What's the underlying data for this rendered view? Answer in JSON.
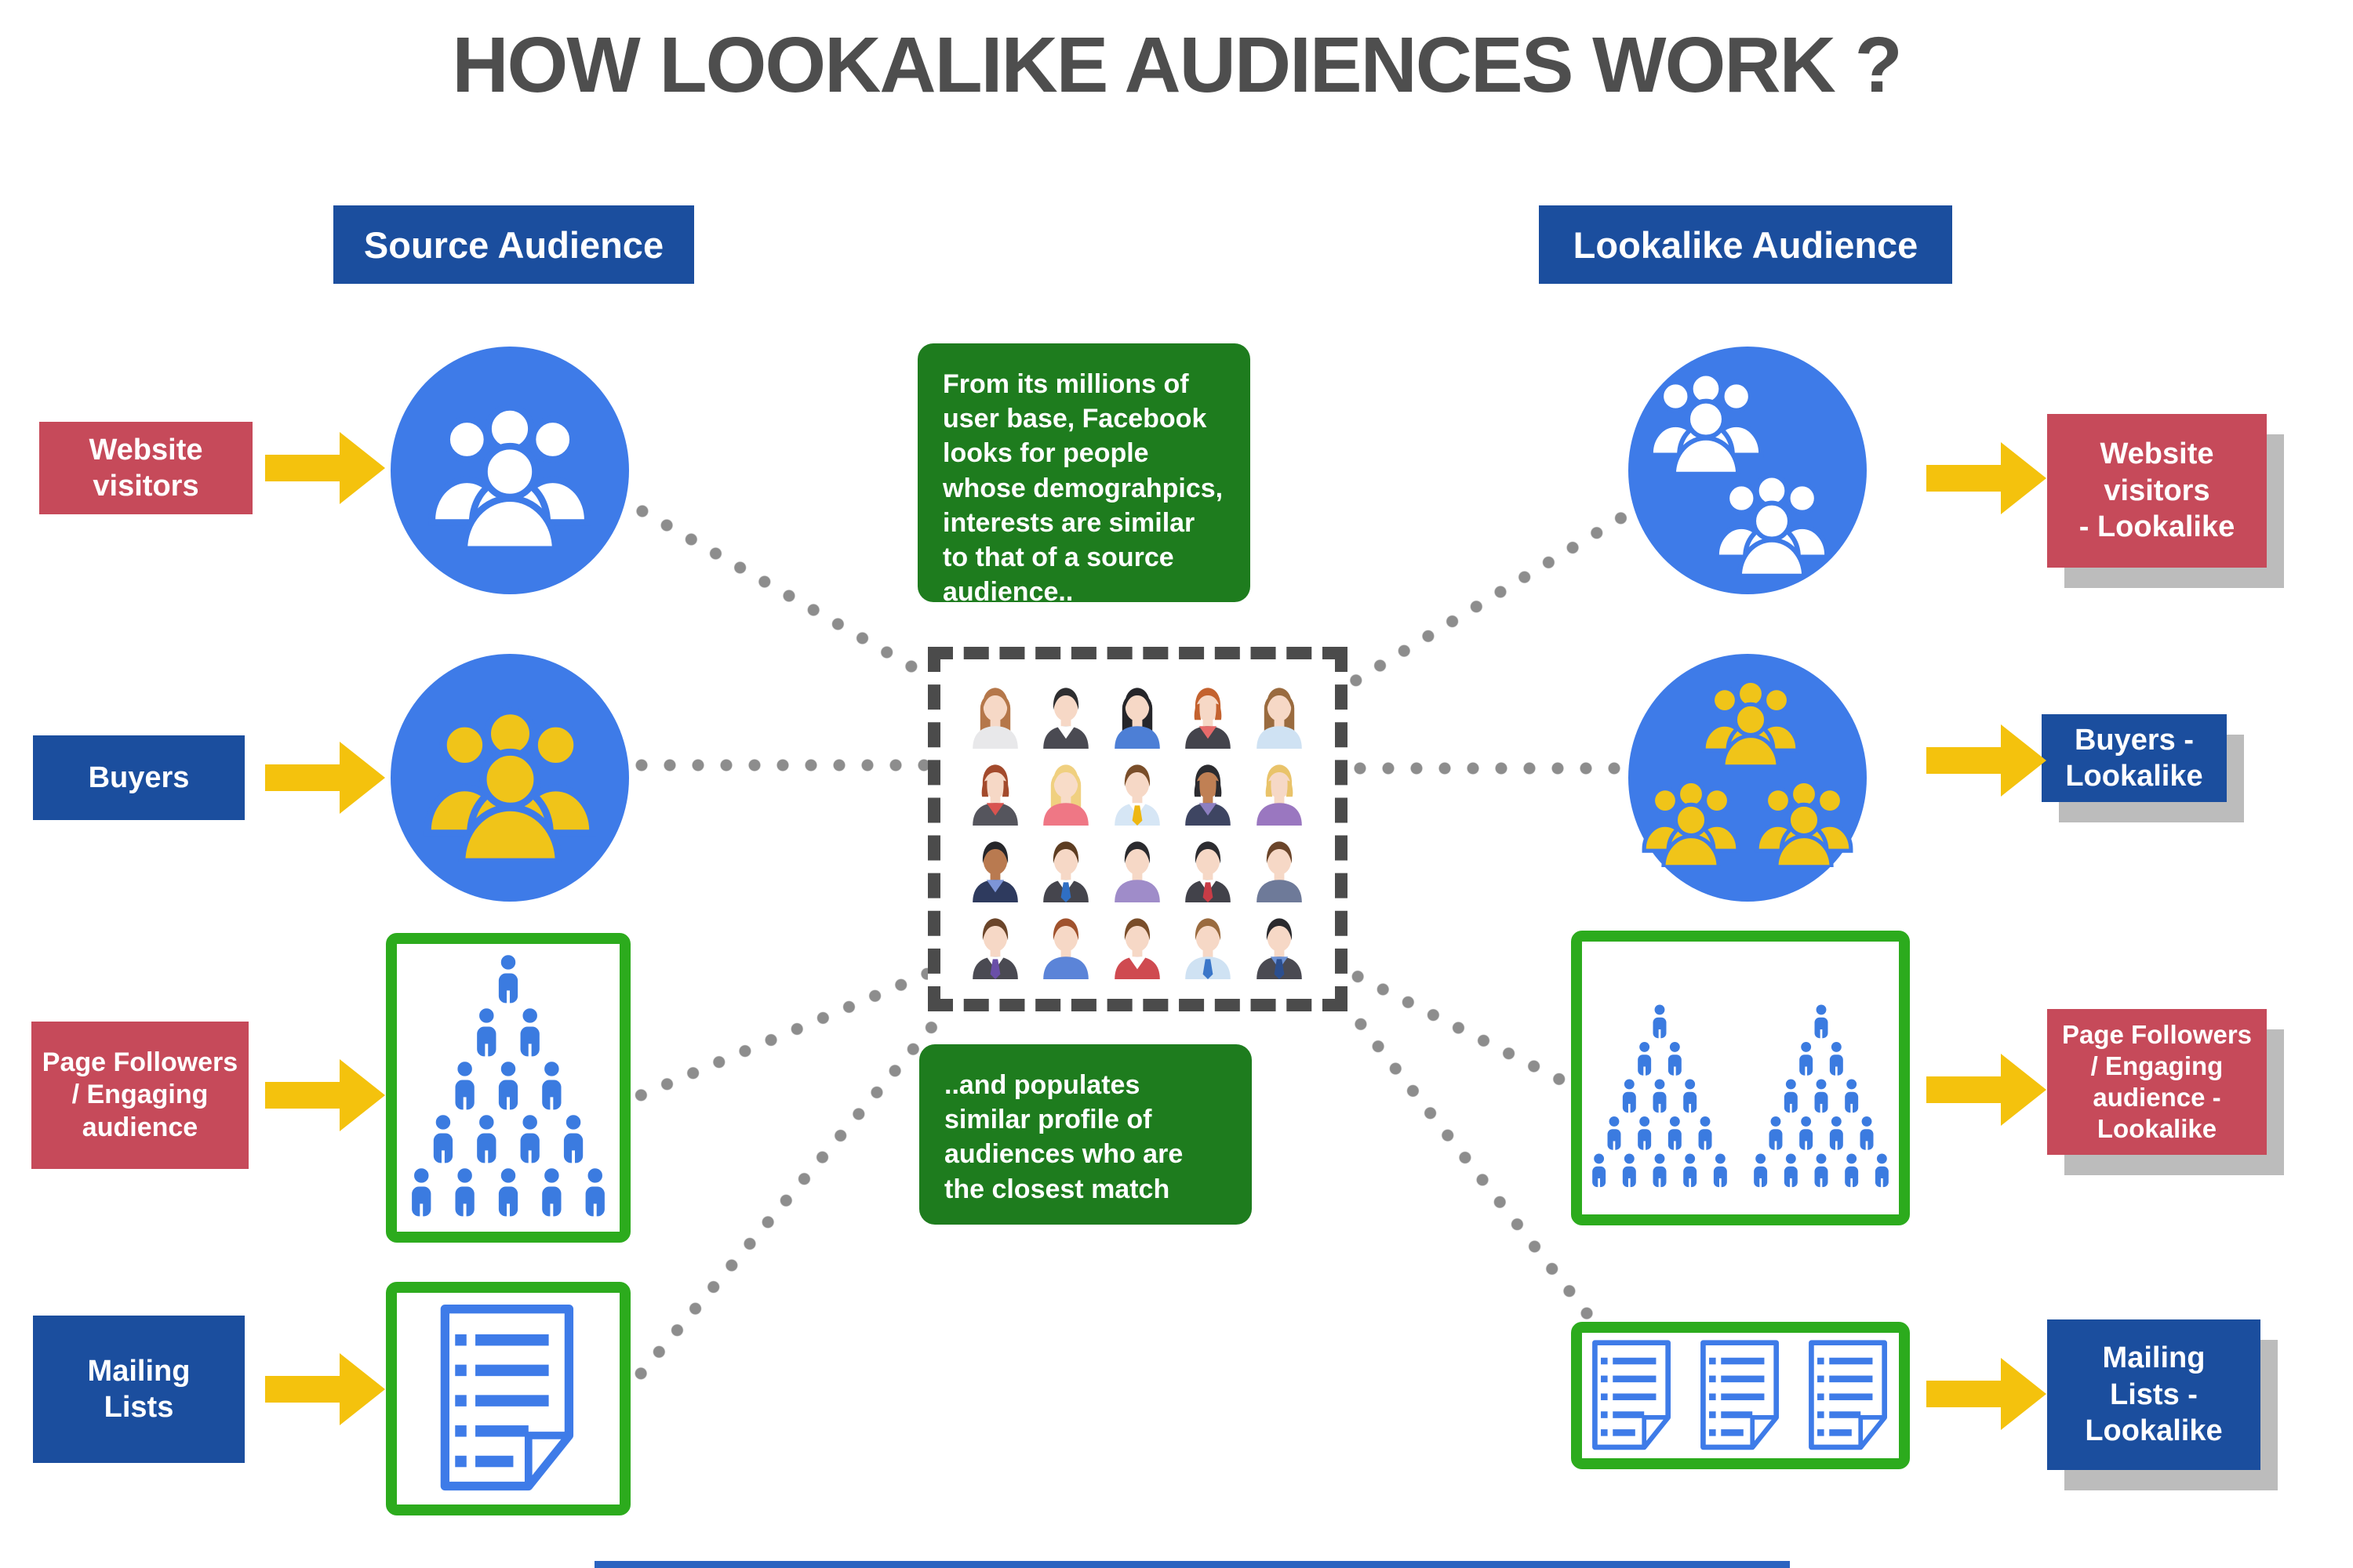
{
  "title": "HOW LOOKALIKE AUDIENCES WORK ?",
  "headers": {
    "source": "Source Audience",
    "lookalike": "Lookalike Audience"
  },
  "notes": {
    "top": "From its millions of user base, Facebook looks for people whose demograhpics, interests are similar to that of a source audience..",
    "bottom": "..and populates similar profile of audiences who are the closest match"
  },
  "rows_left": [
    {
      "label": "Website\nvisitors",
      "color": "red",
      "icon": "people-group-icon"
    },
    {
      "label": "Buyers",
      "color": "blue",
      "icon": "people-group-icon"
    },
    {
      "label": "Page Followers\n/ Engaging\naudience",
      "color": "red",
      "icon": "people-pyramid-icon"
    },
    {
      "label": "Mailing\nLists",
      "color": "blue",
      "icon": "list-document-icon"
    }
  ],
  "rows_right": [
    {
      "label": "Website\nvisitors\n- Lookalike",
      "color": "red",
      "icon": "people-group-double-icon"
    },
    {
      "label": "Buyers -\nLookalike",
      "color": "blue",
      "icon": "people-group-triple-icon"
    },
    {
      "label": "Page Followers\n/ Engaging\naudience -\nLookalike",
      "color": "red",
      "icon": "people-pyramid-double-icon"
    },
    {
      "label": "Mailing\nLists -\nLookalike",
      "color": "blue",
      "icon": "list-document-triple-icon"
    }
  ],
  "colors": {
    "header_blue": "#1b4e9e",
    "label_red": "#c64a5a",
    "circle_blue": "#3e7be8",
    "icon_yellow": "#f0c419",
    "arrow_yellow": "#f4c20d",
    "note_green": "#1e7c1e",
    "box_border_green": "#2cab1d",
    "person_blue": "#3b7be0",
    "doc_blue": "#3e7be8",
    "title_gray": "#4e4e4e",
    "dot_gray": "#8d8d8d",
    "dash_gray": "#4b4b4b",
    "shadow_gray": "#bcbcbc",
    "footer_blue": "#2a63c0"
  },
  "avatars": [
    {
      "gender": "f",
      "long": true,
      "hair": "#b5774a",
      "skin": "#f6d8c6",
      "top": "#e8e8ea"
    },
    {
      "gender": "m",
      "hair": "#2e2e30",
      "skin": "#f6d8c6",
      "top": "#4a4a52",
      "inner": "#ffffff"
    },
    {
      "gender": "f",
      "long": true,
      "hair": "#26262a",
      "skin": "#f6d8c6",
      "top": "#4d7fd6"
    },
    {
      "gender": "f",
      "hair": "#c4622f",
      "skin": "#f6d8c6",
      "top": "#44444c",
      "inner": "#e66a6a"
    },
    {
      "gender": "f",
      "long": true,
      "hair": "#9a6b3f",
      "skin": "#f6d8c6",
      "top": "#cfe2f3"
    },
    {
      "gender": "f",
      "hair": "#a34a2c",
      "skin": "#f6d8c6",
      "top": "#55555d",
      "inner": "#d9534f"
    },
    {
      "gender": "f",
      "long": true,
      "hair": "#f0d080",
      "skin": "#f8dcc8",
      "top": "#ef7785"
    },
    {
      "gender": "m",
      "hair": "#7a4e2a",
      "skin": "#f6d8c6",
      "top": "#d6e6f5",
      "tie": "#eeb711",
      "inner": "#ffffff"
    },
    {
      "gender": "f",
      "hair": "#2c2c30",
      "skin": "#c08054",
      "top": "#3e4562",
      "inner": "#8d7fc0"
    },
    {
      "gender": "f",
      "hair": "#e9c36a",
      "skin": "#f6d8c6",
      "top": "#9a77c0"
    },
    {
      "gender": "m",
      "hair": "#26262a",
      "skin": "#b97a50",
      "top": "#2e3a5e",
      "inner": "#7d95d8"
    },
    {
      "gender": "m",
      "hair": "#5d3d22",
      "skin": "#f6d8c6",
      "top": "#45454d",
      "tie": "#2f6fc4",
      "inner": "#ffffff"
    },
    {
      "gender": "m",
      "hair": "#2a2a2e",
      "skin": "#f6d8c6",
      "top": "#9f8cc9"
    },
    {
      "gender": "m",
      "hair": "#2c2c30",
      "skin": "#f6d8c6",
      "top": "#42424a",
      "tie": "#c83c46",
      "inner": "#ffffff"
    },
    {
      "gender": "m",
      "hair": "#6b452a",
      "skin": "#f6d8c6",
      "top": "#6e7a99"
    },
    {
      "gender": "m",
      "hair": "#6b452a",
      "skin": "#f6d8c6",
      "top": "#4a4a52",
      "tie": "#6a4fa8",
      "inner": "#ffffff"
    },
    {
      "gender": "m",
      "hair": "#a0522d",
      "skin": "#f6d8c6",
      "top": "#5b84d8"
    },
    {
      "gender": "m",
      "hair": "#7a4e2a",
      "skin": "#f6d8c6",
      "top": "#cf4a50",
      "inner": "#ffffff"
    },
    {
      "gender": "m",
      "hair": "#9a6b3f",
      "skin": "#f6d8c6",
      "top": "#cfe2f3",
      "tie": "#3a76c9"
    },
    {
      "gender": "m",
      "hair": "#2a2a2e",
      "skin": "#f6d8c6",
      "top": "#4a4a52",
      "tie": "#2c4f8f",
      "inner": "#6e93d6"
    }
  ]
}
